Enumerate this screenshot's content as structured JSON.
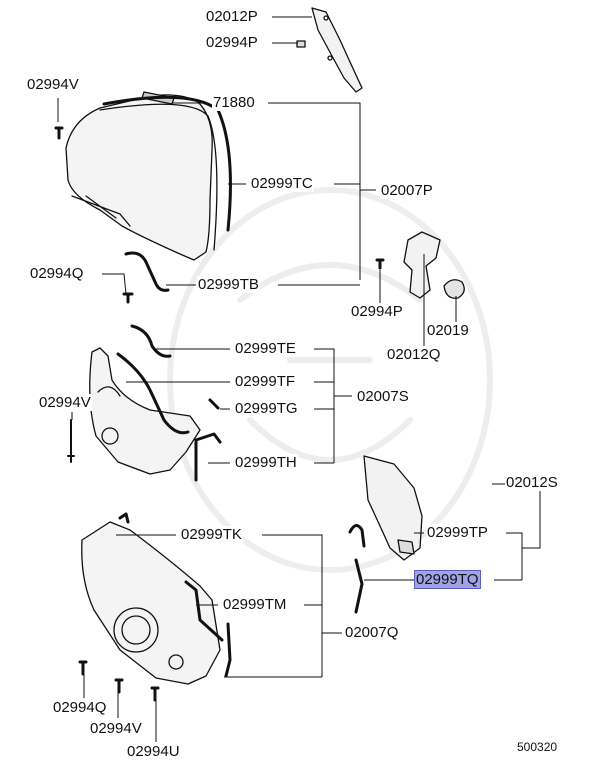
{
  "diagram": {
    "reference_number": "500320",
    "highlight_color": "#9fa3e6",
    "part_numbers": {
      "p_02012P": "02012P",
      "p_02994P_top": "02994P",
      "p_02994V_top": "02994V",
      "p_71880": "71880",
      "p_02999TC": "02999TC",
      "p_02007P": "02007P",
      "p_02994Q_mid": "02994Q",
      "p_02999TB": "02999TB",
      "p_02994P_mid": "02994P",
      "p_02019": "02019",
      "p_02012Q": "02012Q",
      "p_02999TE": "02999TE",
      "p_02999TF": "02999TF",
      "p_02994V_mid": "02994V",
      "p_02999TG": "02999TG",
      "p_02007S": "02007S",
      "p_02999TH": "02999TH",
      "p_02012S": "02012S",
      "p_02999TK": "02999TK",
      "p_02999TP": "02999TP",
      "p_02999TQ": "02999TQ",
      "p_02999TM": "02999TM",
      "p_02007Q": "02007Q",
      "p_02994Q_bot": "02994Q",
      "p_02994V_bot": "02994V",
      "p_02994U": "02994U"
    }
  }
}
